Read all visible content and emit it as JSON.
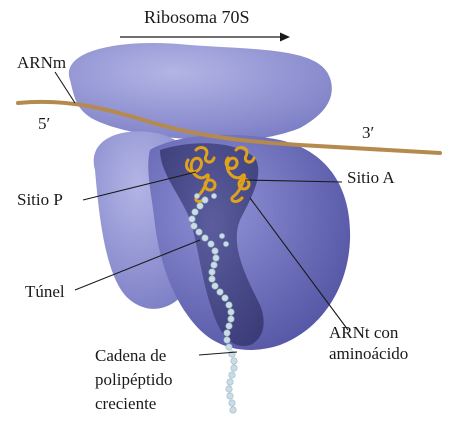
{
  "title": "Ribosoma 70S",
  "labels": {
    "mrna": "ARNm",
    "five_prime": "5′",
    "three_prime": "3′",
    "site_a": "Sitio A",
    "site_p": "Sitio P",
    "tunnel": "Túnel",
    "trna_1": "ARNt con",
    "trna_2": "aminoácido",
    "chain_1": "Cadena de",
    "chain_2": "polipéptido",
    "chain_3": "creciente"
  },
  "colors": {
    "subunit_large": "#6f6fb8",
    "subunit_small": "#8d8fd0",
    "mrna_strand": "#b48a4e",
    "trna": "#e0a21a",
    "polypeptide": "#c9dde6"
  }
}
